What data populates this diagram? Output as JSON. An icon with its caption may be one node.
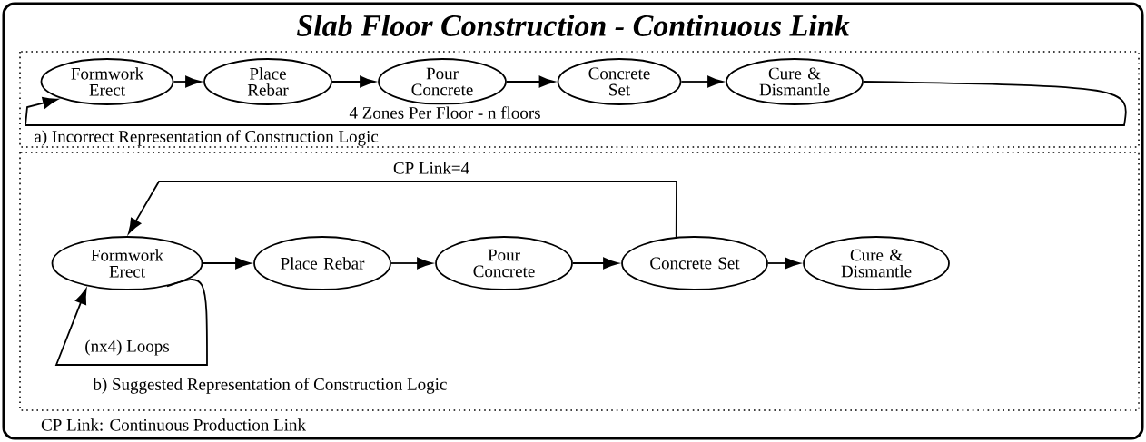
{
  "diagram": {
    "title": "Slab Floor Construction - Continuous Link",
    "nodes": [
      {
        "text": [
          "a) Incorrect Representation of Construction Logic"
        ]
      },
      {
        "text": [
          "Formwork Erect"
        ],
        "in": 0
      },
      {
        "text": [
          "Place Rebar"
        ],
        "in": 0
      },
      {
        "text": [
          "Pour Concrete"
        ],
        "in": 0
      },
      {
        "text": [
          "Concrete Set"
        ],
        "in": 0
      },
      {
        "text": [
          "Cure & Dismantle"
        ],
        "in": 0
      },
      {
        "text": [
          "b) Suggested Representation of Construction Logic"
        ]
      },
      {
        "text": [
          "Formwork Erect"
        ],
        "in": 6
      },
      {
        "text": [
          "Place Rebar"
        ],
        "in": 6
      },
      {
        "text": [
          "Pour Concrete"
        ],
        "in": 6
      },
      {
        "text": [
          "Concrete Set"
        ],
        "in": 6
      },
      {
        "text": [
          "Cure & Dismantle"
        ],
        "in": 6
      }
    ],
    "edges": [
      {
        "from": 1,
        "to": 2,
        "arrow": "to"
      },
      {
        "from": 2,
        "to": 3,
        "arrow": "to"
      },
      {
        "from": 3,
        "to": 4,
        "arrow": "to"
      },
      {
        "from": 4,
        "to": 5,
        "arrow": "to"
      },
      {
        "from": 5,
        "to": 1,
        "arrow": "to",
        "label": "4  Zones Per Floor - n floors"
      },
      {
        "from": 7,
        "to": 8,
        "arrow": "to"
      },
      {
        "from": 8,
        "to": 9,
        "arrow": "to"
      },
      {
        "from": 9,
        "to": 10,
        "arrow": "to"
      },
      {
        "from": 10,
        "to": 11,
        "arrow": "to"
      },
      {
        "from": 10,
        "to": 7,
        "arrow": "to",
        "label": "CP Link=4"
      },
      {
        "from": 7,
        "to": 7,
        "arrow": "to",
        "label": "(nx4) Loops"
      }
    ],
    "labels": [
      "CP Link: Continuous Production Link"
    ]
  }
}
